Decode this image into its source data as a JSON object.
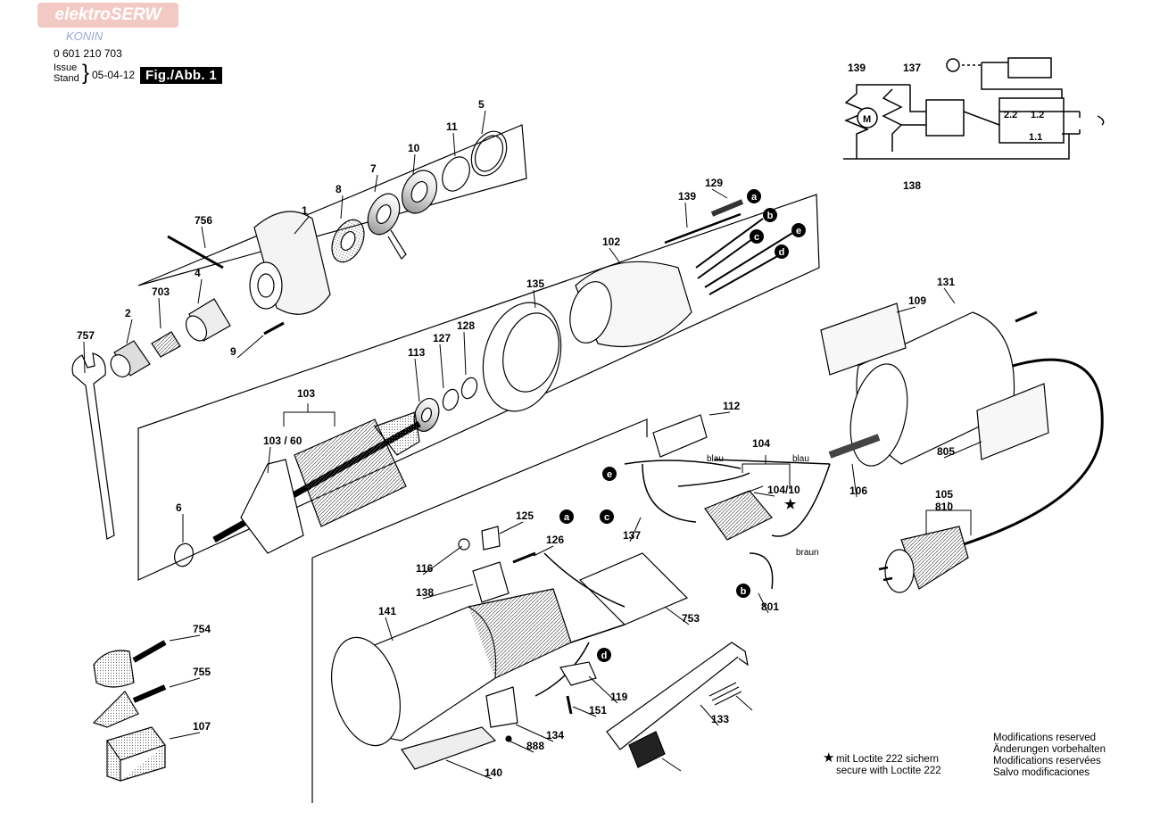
{
  "header": {
    "brand": "elektroSERW",
    "brand_city": "KONIN",
    "part_number": "0 601 210 703",
    "issue_label_en": "Issue",
    "issue_label_de": "Stand",
    "issue_date": "05-04-12",
    "figure_label": "Fig./Abb. 1"
  },
  "callouts": [
    "5",
    "11",
    "10",
    "7",
    "8",
    "1",
    "756",
    "4",
    "703",
    "2",
    "757",
    "9",
    "129",
    "139",
    "102",
    "135",
    "113",
    "127",
    "128",
    "103",
    "103 / 60",
    "6",
    "112",
    "104",
    "104/10",
    "106",
    "109",
    "131",
    "805",
    "105",
    "810",
    "125",
    "126",
    "116",
    "138",
    "137",
    "801",
    "141",
    "753",
    "754",
    "755",
    "107",
    "119",
    "151",
    "888",
    "134",
    "140",
    "133"
  ],
  "wire_letters": [
    "a",
    "b",
    "c",
    "d",
    "e"
  ],
  "wire_labels": {
    "blau": "blau",
    "braun": "braun"
  },
  "schematic": {
    "labels": [
      "139",
      "137",
      "138"
    ],
    "motor": "M",
    "switch_positions": [
      "2.2",
      "1.2",
      "1.1"
    ]
  },
  "loctite_note": {
    "symbol": "★",
    "lines": [
      "mit Loctite 222 sichern",
      "secure with Loctite 222"
    ]
  },
  "modification_notes": [
    "Modifications reserved",
    "Änderungen vorbehalten",
    "Modifications reservées",
    "Salvo modificaciones"
  ]
}
